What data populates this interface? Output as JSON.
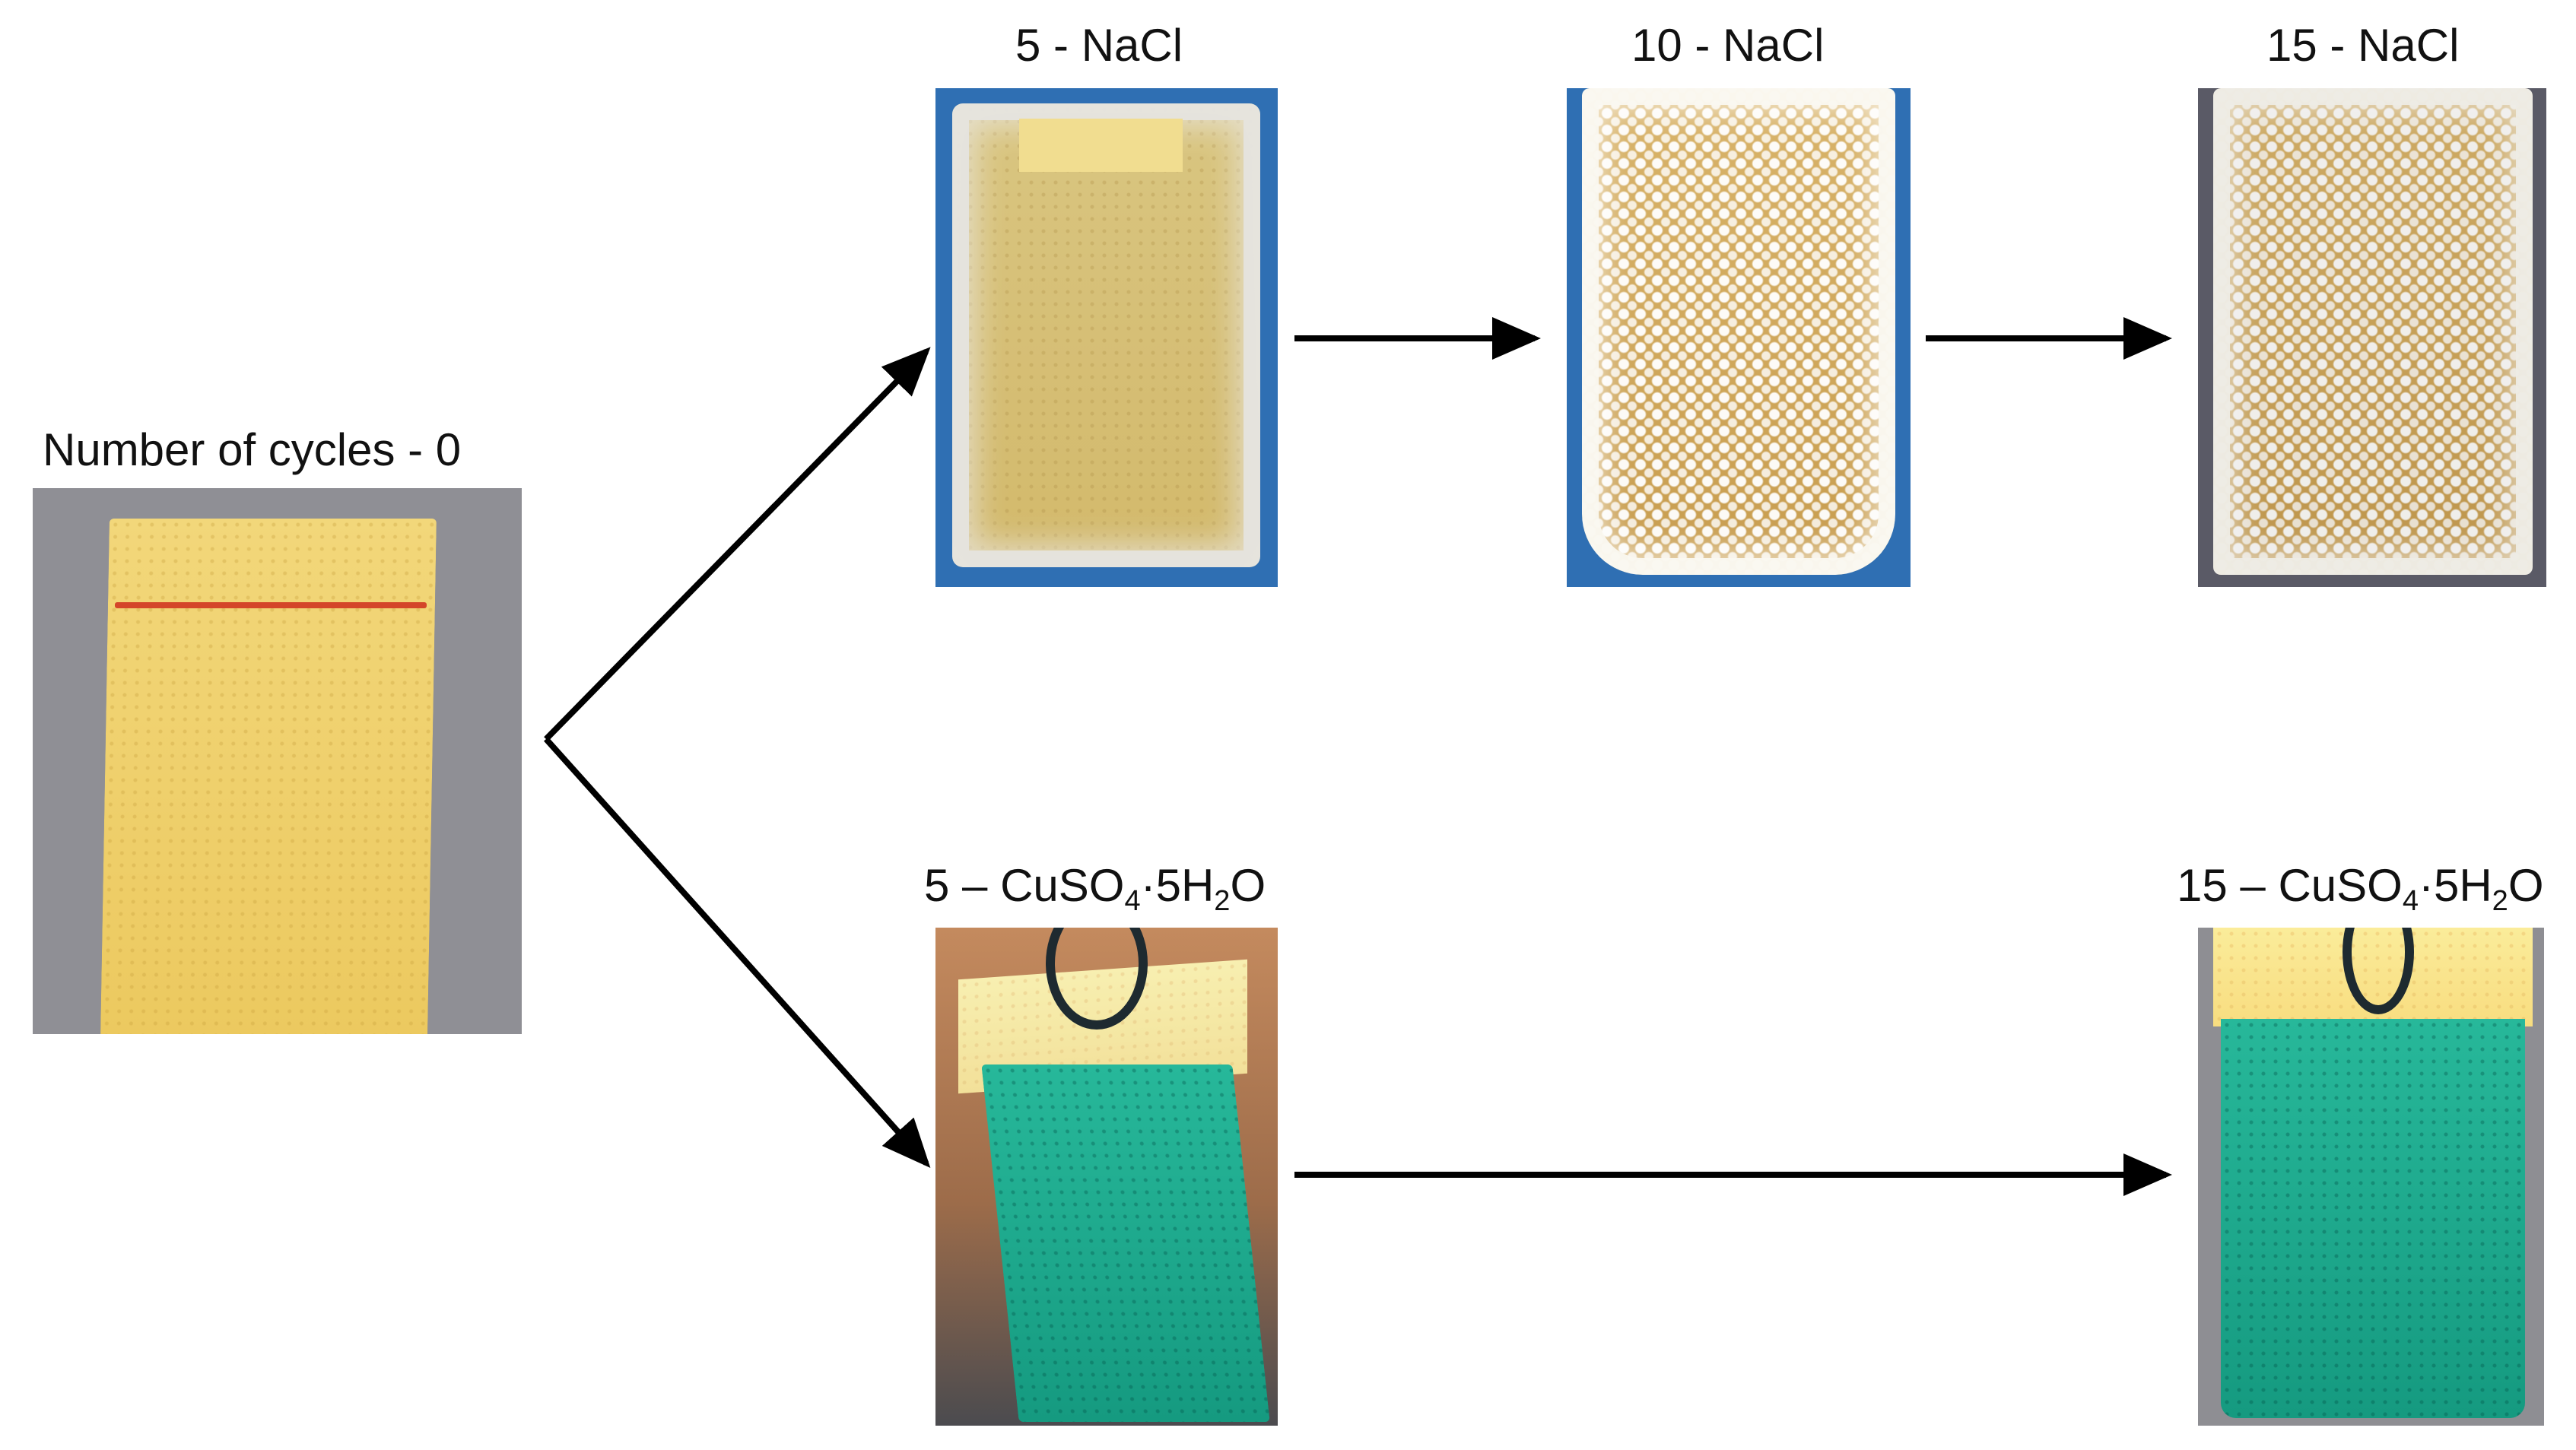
{
  "nodes": {
    "start": {
      "label": "Number of cycles - 0"
    },
    "nacl_5": {
      "label": "5 - NaCl"
    },
    "nacl_10": {
      "label": "10 - NaCl"
    },
    "nacl_15": {
      "label": "15 - NaCl"
    },
    "cu_5": {
      "label_prefix": "5 – CuSO",
      "sub1": "4",
      "mid": "·5H",
      "sub2": "2",
      "suffix": "O"
    },
    "cu_15": {
      "label_prefix": "15 – CuSO",
      "sub1": "4",
      "mid": "·5H",
      "sub2": "2",
      "suffix": "O"
    }
  },
  "colors": {
    "arrow": "#000000",
    "background_photo": "#8f8f95",
    "blue_backdrop": "#2f6fb3",
    "fabric_yellow": "#ecc95f",
    "fabric_green": "#1ea88c"
  }
}
